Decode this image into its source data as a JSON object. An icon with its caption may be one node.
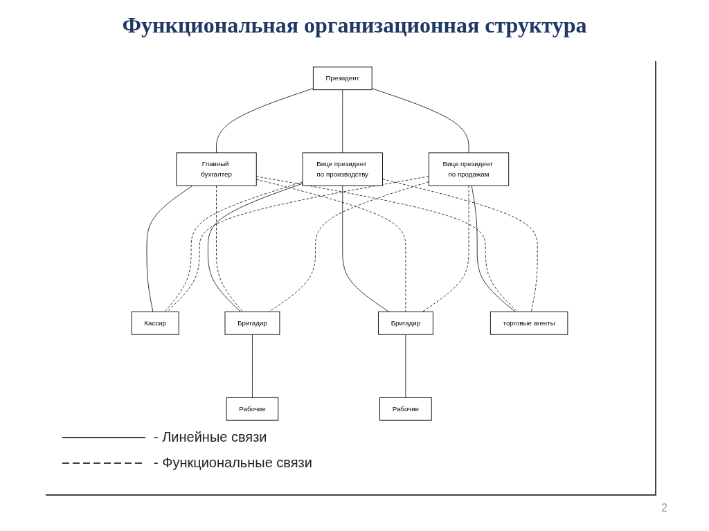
{
  "diagram": {
    "title": "Функциональная организационная структура",
    "nodes": [
      {
        "text": [
          "Президент"
        ]
      },
      {
        "text": [
          "Главный бухгалтер"
        ]
      },
      {
        "text": [
          "Вице президент по производству"
        ]
      },
      {
        "text": [
          "Вице президент по продажам"
        ]
      },
      {
        "text": [
          "Кассир"
        ]
      },
      {
        "text": [
          "Бригадир"
        ]
      },
      {
        "text": [
          "Бригадир"
        ]
      },
      {
        "text": [
          "торговые агенты"
        ]
      },
      {
        "text": [
          "Рабочие"
        ]
      },
      {
        "text": [
          "Рабочие"
        ]
      }
    ],
    "edges": [
      {
        "from": 0,
        "to": 1,
        "arrow": "none"
      },
      {
        "from": 0,
        "to": 2,
        "arrow": "none"
      },
      {
        "from": 0,
        "to": 3,
        "arrow": "none"
      },
      {
        "from": 1,
        "to": 4,
        "arrow": "none"
      },
      {
        "from": 2,
        "to": 5,
        "arrow": "none"
      },
      {
        "from": 2,
        "to": 6,
        "arrow": "none"
      },
      {
        "from": 3,
        "to": 7,
        "arrow": "none"
      },
      {
        "from": 5,
        "to": 8,
        "arrow": "none"
      },
      {
        "from": 6,
        "to": 9,
        "arrow": "none"
      },
      {
        "from": 1,
        "to": 5,
        "arrow": "none",
        "style": "dashed"
      },
      {
        "from": 1,
        "to": 6,
        "arrow": "none",
        "style": "dashed"
      },
      {
        "from": 1,
        "to": 7,
        "arrow": "none",
        "style": "dashed"
      },
      {
        "from": 2,
        "to": 4,
        "arrow": "none",
        "style": "dashed"
      },
      {
        "from": 2,
        "to": 7,
        "arrow": "none",
        "style": "dashed"
      },
      {
        "from": 3,
        "to": 4,
        "arrow": "none",
        "style": "dashed"
      },
      {
        "from": 3,
        "to": 5,
        "arrow": "none",
        "style": "dashed"
      },
      {
        "from": 3,
        "to": 6,
        "arrow": "none",
        "style": "dashed"
      }
    ],
    "labels": [
      "2"
    ],
    "legend": [
      {
        "text": "- Линейные связи"
      },
      {
        "text": "- Функциональные связи"
      }
    ]
  }
}
